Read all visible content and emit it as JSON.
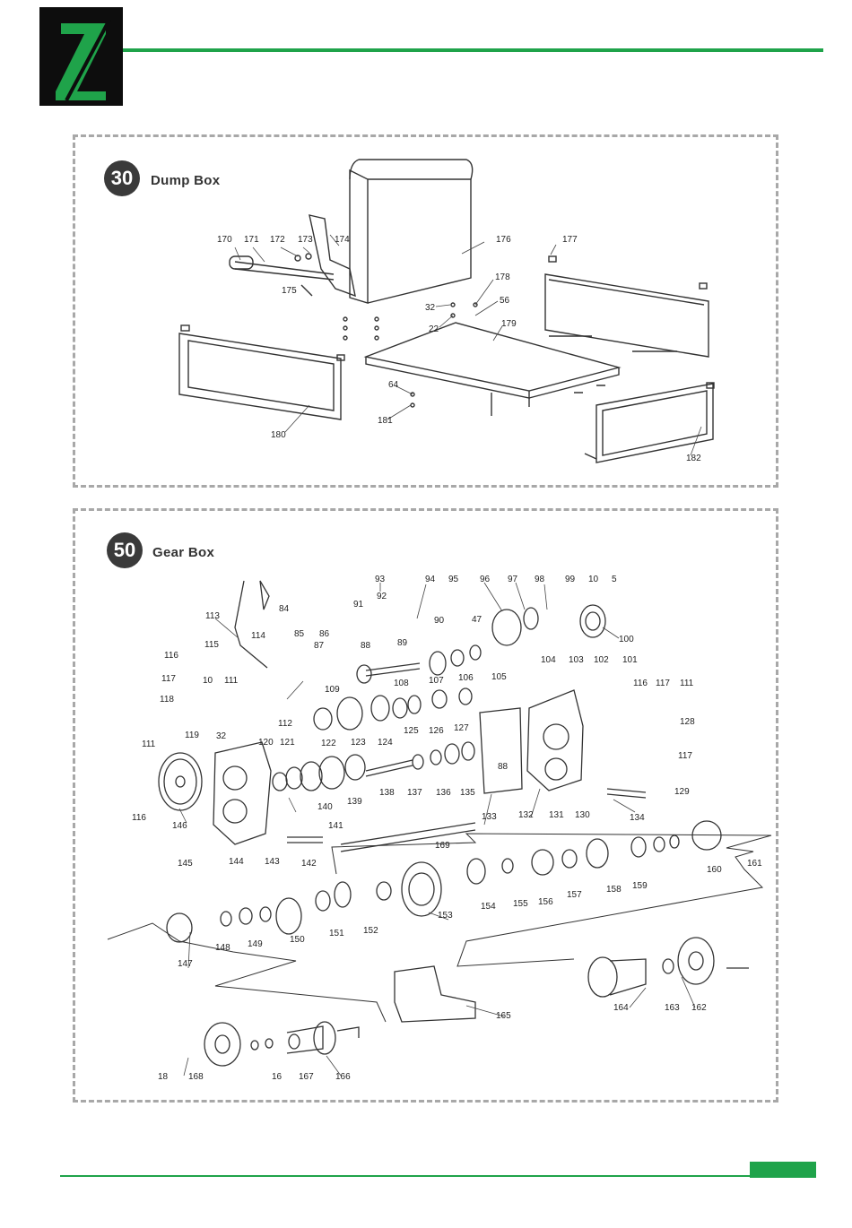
{
  "header": {
    "logo_letter": "Z",
    "brand_color": "#1fa34a"
  },
  "sections": [
    {
      "number": "30",
      "title": "Dump Box",
      "callouts": [
        "170",
        "171",
        "172",
        "173",
        "174",
        "175",
        "176",
        "177",
        "178",
        "56",
        "32",
        "22",
        "179",
        "64",
        "181",
        "180",
        "182"
      ]
    },
    {
      "number": "50",
      "title": "Gear Box",
      "callouts": [
        "93",
        "94",
        "95",
        "96",
        "97",
        "98",
        "99",
        "10",
        "5",
        "84",
        "92",
        "91",
        "90",
        "47",
        "113",
        "100",
        "114",
        "85",
        "86",
        "115",
        "87",
        "88",
        "89",
        "104",
        "103",
        "102",
        "105",
        "101",
        "116",
        "107",
        "106",
        "117",
        "10",
        "111",
        "109",
        "108",
        "116",
        "117",
        "111",
        "118",
        "112",
        "125",
        "126",
        "127",
        "128",
        "111",
        "119",
        "120",
        "121",
        "122",
        "123",
        "124",
        "32",
        "117",
        "116",
        "88",
        "139",
        "138",
        "137",
        "136",
        "135",
        "132",
        "131",
        "130",
        "129",
        "140",
        "134",
        "146",
        "141",
        "133",
        "145",
        "144",
        "143",
        "142",
        "169",
        "161",
        "160",
        "159",
        "158",
        "157",
        "156",
        "155",
        "154",
        "153",
        "147",
        "148",
        "149",
        "150",
        "151",
        "152",
        "165",
        "164",
        "163",
        "162",
        "18",
        "168",
        "16",
        "167",
        "166"
      ]
    }
  ]
}
